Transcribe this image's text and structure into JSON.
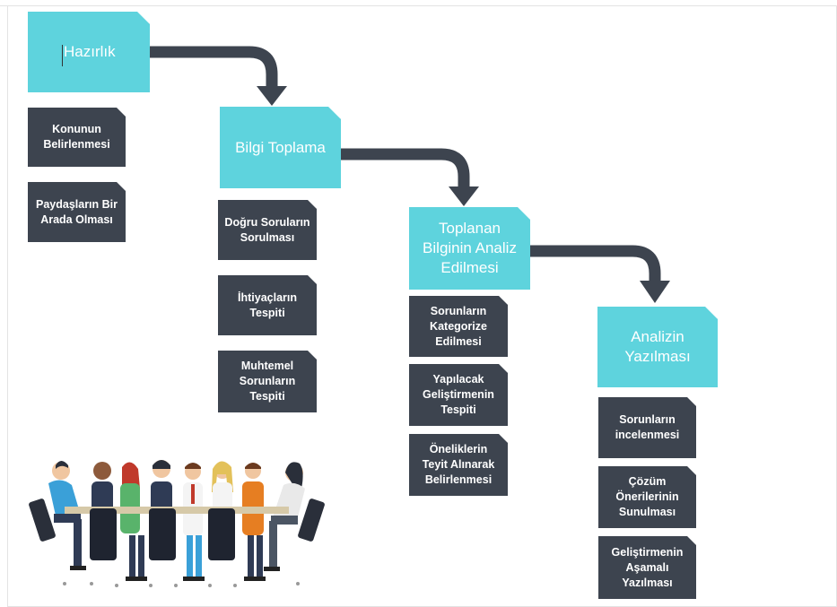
{
  "stages": [
    {
      "label": "Hazırlık"
    },
    {
      "label": "Bilgi Toplama"
    },
    {
      "label": "Toplanan\nBilginin Analiz\nEdilmesi"
    },
    {
      "label": "Analizin\nYazılması"
    }
  ],
  "tasks": {
    "hazirlik": [
      "Konunun\nBelirlenmesi",
      "Paydaşların Bir\nArada Olması"
    ],
    "bilgi_toplama": [
      "Doğru Soruların\nSorulması",
      "İhtiyaçların\nTespiti",
      "Muhtemel\nSorunların\nTespiti"
    ],
    "analiz": [
      "Sorunların\nKategorize\nEdilmesi",
      "Yapılacak\nGeliştirmenin\nTespiti",
      "Öneliklerin\nTeyit Alınarak\nBelirlenmesi"
    ],
    "yazma": [
      "Sorunların\nincelenmesi",
      "Çözüm\nÖnerilerinin\nSunulması",
      "Geliştirmenin\nAşamalı\nYazılması"
    ]
  },
  "colors": {
    "stage": "#5ed3dd",
    "task": "#3d444f",
    "arrow": "#3d444f"
  },
  "illustration": "team-meeting-illustration"
}
